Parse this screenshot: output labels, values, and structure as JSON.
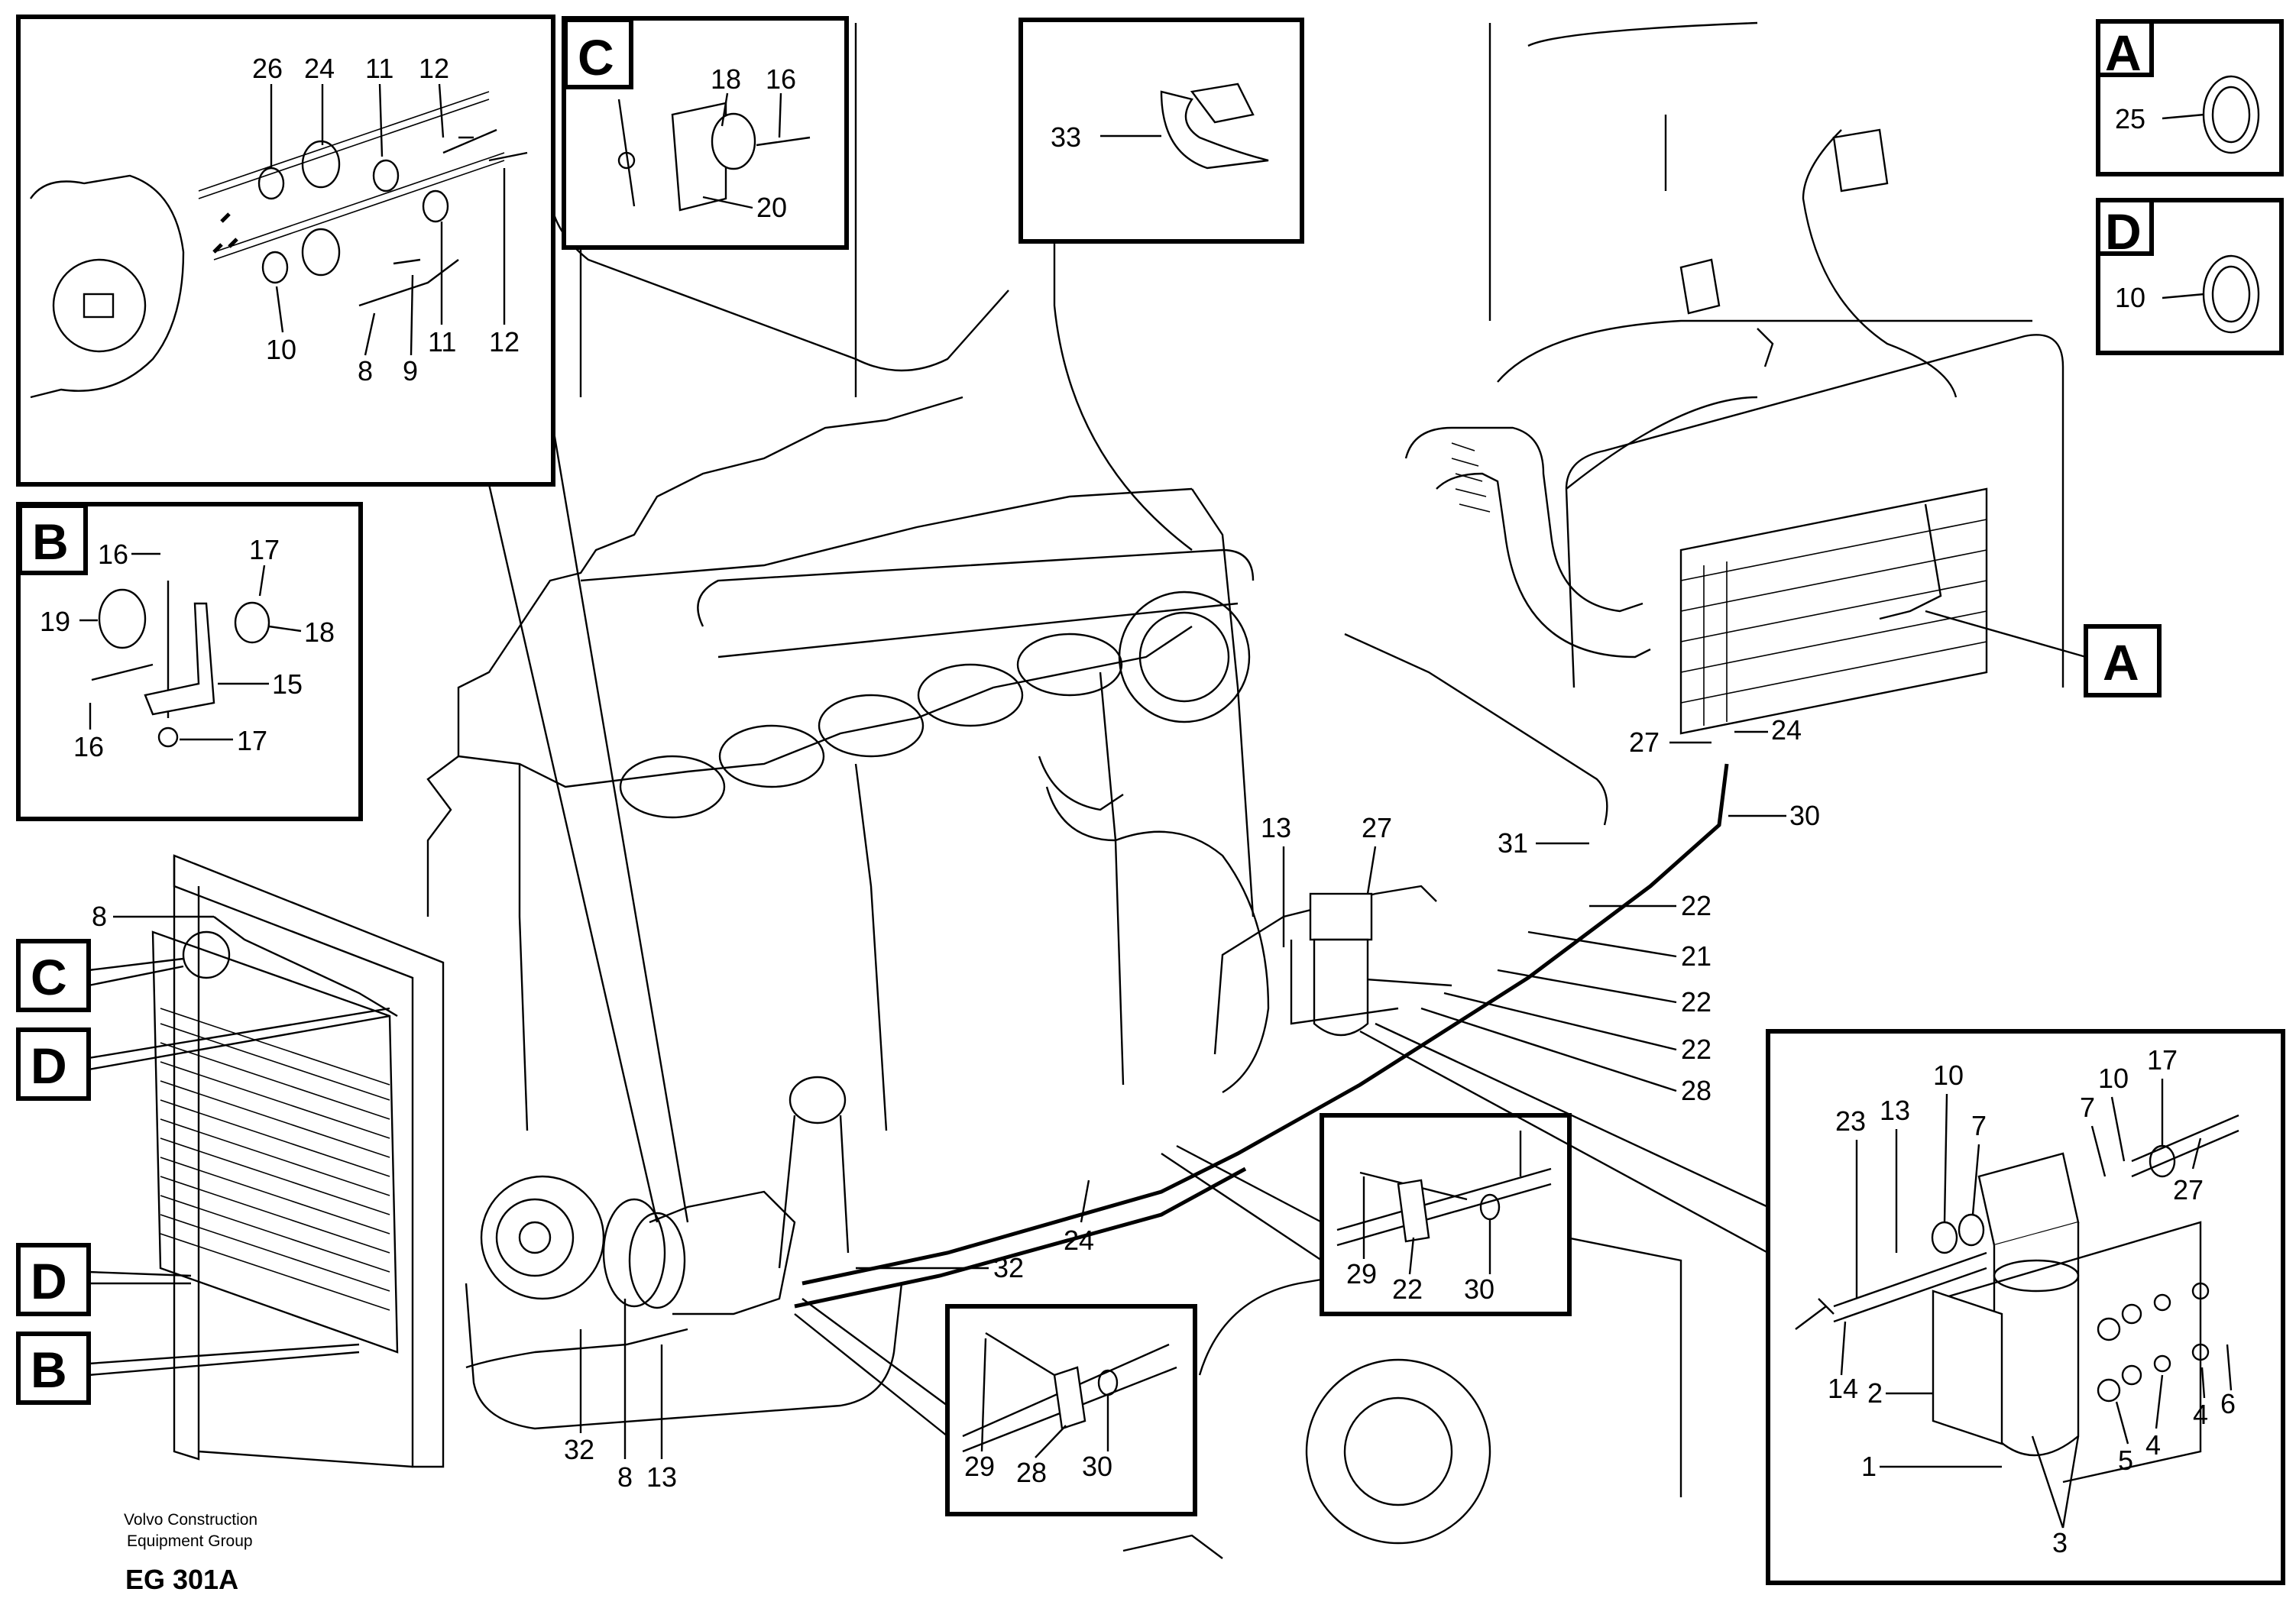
{
  "title": "",
  "footer": {
    "company_line1": "Volvo Construction",
    "company_line2": "Equipment Group",
    "code": "EG 301A"
  },
  "detail_letters": {
    "A": "A",
    "B": "B",
    "C": "C",
    "D": "D"
  },
  "callouts": {
    "n1": "1",
    "n2": "2",
    "n3": "3",
    "n4": "4",
    "n5": "5",
    "n6": "6",
    "n7": "7",
    "n8": "8",
    "n9": "9",
    "n10": "10",
    "n11": "11",
    "n12": "12",
    "n13": "13",
    "n14": "14",
    "n15": "15",
    "n16": "16",
    "n17": "17",
    "n18": "18",
    "n19": "19",
    "n20": "20",
    "n21": "21",
    "n22": "22",
    "n23": "23",
    "n24": "24",
    "n25": "25",
    "n26": "26",
    "n27": "27",
    "n28": "28",
    "n29": "29",
    "n30": "30",
    "n31": "31",
    "n32": "32",
    "n33": "33"
  }
}
